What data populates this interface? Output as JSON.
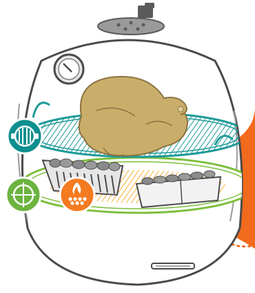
{
  "title": "",
  "components": [
    {
      "name": "kettle-grill",
      "label": ""
    },
    {
      "name": "top-vent",
      "label": ""
    },
    {
      "name": "lid-thermometer",
      "label": ""
    },
    {
      "name": "cooking-grate",
      "label": ""
    },
    {
      "name": "roast-chicken",
      "label": ""
    },
    {
      "name": "charcoal-basket-left",
      "label": ""
    },
    {
      "name": "charcoal-basket-right",
      "label": ""
    },
    {
      "name": "charcoal-grate",
      "label": ""
    },
    {
      "name": "bottom-vent-handle",
      "label": ""
    }
  ],
  "badges": [
    {
      "name": "grate-badge",
      "icon": "grill-grate-icon",
      "color": "#0e8f8f"
    },
    {
      "name": "target-badge",
      "icon": "crosshair-target-icon",
      "color": "#6cb33f"
    },
    {
      "name": "fire-badge",
      "icon": "charcoal-flame-icon",
      "color": "#f47b20"
    }
  ],
  "colors": {
    "grate": "#1f9a9a",
    "charcoal_grate": "#7bbf3a",
    "heat_zone": "#f6a623",
    "accent_orange": "#f26b1d",
    "chicken": "#c9ad6a",
    "outline": "#4a4a4a"
  }
}
